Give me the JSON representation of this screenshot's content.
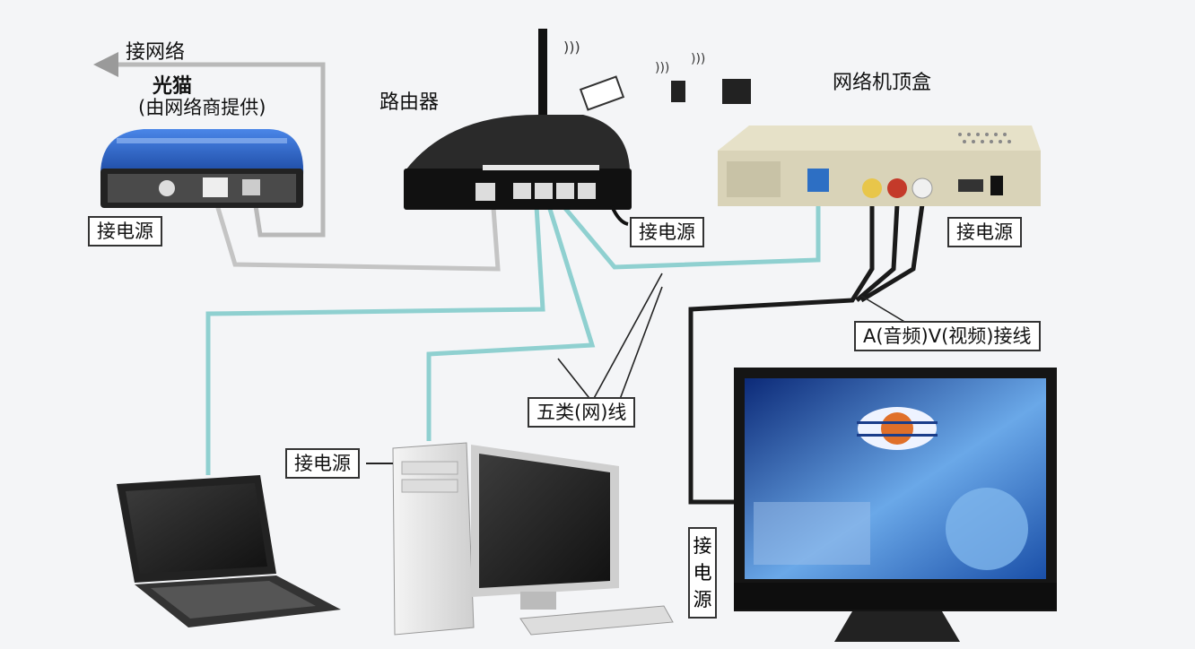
{
  "labels": {
    "connect_network": "接网络",
    "modem_name": "光猫",
    "modem_sub": "(由网络商提供)",
    "router": "路由器",
    "settop_box": "网络机顶盒",
    "power_modem": "接电源",
    "power_router": "接电源",
    "power_settop": "接电源",
    "av_cable": "A(音频)V(视频)接线",
    "cat5_cable": "五类(网)线",
    "power_pc": "接电源",
    "power_tv": [
      "接",
      "电",
      "源"
    ]
  },
  "colors": {
    "ethernet_cable": "#8fd0d0",
    "gray_cable": "#b9b9b9",
    "av_wire": "#1a1a1a",
    "modem_blue": "#2e66c9",
    "router_black": "#1c1c1c",
    "settop_beige": "#d9d3b8"
  }
}
